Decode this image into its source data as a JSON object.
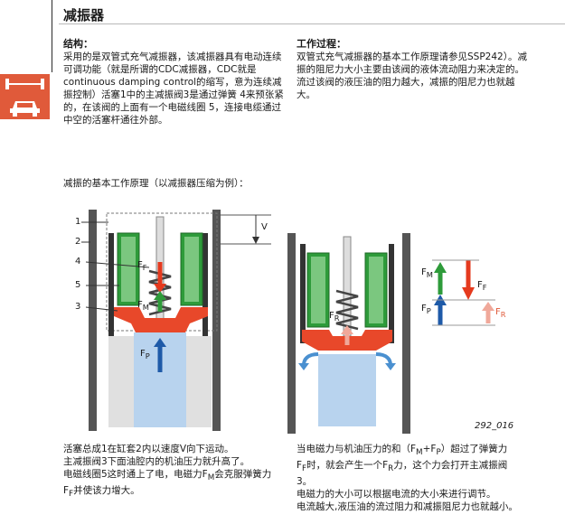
{
  "page": {
    "title": "减振器",
    "structure_heading": "结构：",
    "structure_text": "采用的是双管式充气减振器，该减振器具有电动连续可调功能（就是所谓的CDC减振器，CDC就是continuous damping control的缩写，意为连续减振控制）活塞1中的主减振阀3是通过弹簧 4来预张紧的，在该阀的上面有一个电磁线圈 5，连接电缆通过中空的活塞杆通往外部。",
    "process_heading": "工作过程：",
    "process_text_1": "双管式充气减振器的基本工作原理请参见SSP242）。减振的阻尼力大小主要由该阀的液体流动阻力来决定的。",
    "process_text_2": "流过该阀的液压油的阻力越大，减振的阻尼力也就越大。",
    "diagram_caption": "减振的基本工作原理（以减振器压缩为例）：",
    "figure_id": "292_016",
    "bottom_left_1": "活塞总成1在缸套2内以速度V向下运动。",
    "bottom_left_2": "主减振阀3下面油腔内的机油压力就升高了。",
    "bottom_left_3": "电磁线圈5这时通上了电，电磁力F",
    "bottom_left_3_sub": "M",
    "bottom_left_3_tail": "会克服弹簧力",
    "bottom_left_4": "F",
    "bottom_left_4_sub": "F",
    "bottom_left_4_tail": "并使该力增大。",
    "bottom_right_1": "当电磁力与机油压力的和（F",
    "bottom_right_1_sub": "M",
    "bottom_right_1_mid": "+F",
    "bottom_right_1_sub2": "P",
    "bottom_right_1_tail": "）超过了弹簧力",
    "bottom_right_2": "F",
    "bottom_right_2_sub": "F",
    "bottom_right_2_tail": "时，就会产生一个F",
    "bottom_right_2_sub2": "R",
    "bottom_right_2_tail2": "力，这个力会打开主减振阀",
    "bottom_right_3": "3。",
    "bottom_right_4": "电磁力的大小可以根据电流的大小来进行调节。",
    "bottom_right_5": "电流越大,液压油的流过阻力和减振阻尼力也就越小。"
  },
  "labels": {
    "n1": "1",
    "n2": "2",
    "n3": "3",
    "n4": "4",
    "n5": "5",
    "v": "V",
    "ff": "F",
    "ff_sub": "F",
    "fm": "F",
    "fm_sub": "M",
    "fp": "F",
    "fp_sub": "P",
    "fr": "F",
    "fr_sub": "R"
  },
  "colors": {
    "coil": "#2e9b3a",
    "valve": "#e8482a",
    "oil": "#b8d3ee",
    "arrow_ff": "#e53a1e",
    "arrow_fm": "#2e9b3a",
    "arrow_fp": "#1e5aa8",
    "arrow_fr": "#f0a89a",
    "sidebar": "#e05a3a"
  }
}
